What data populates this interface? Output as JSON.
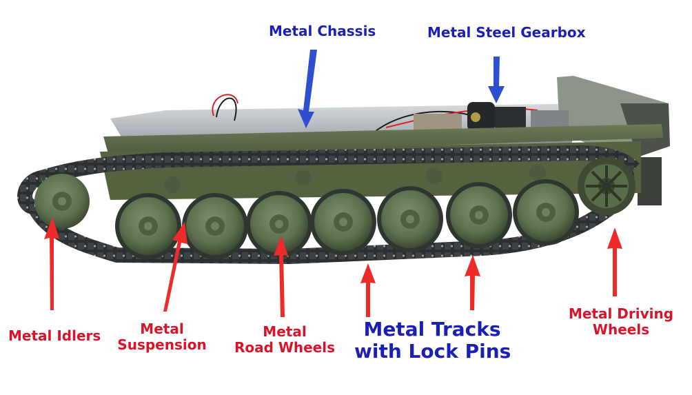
{
  "labels": {
    "chassis": "Metal Chassis",
    "gearbox": "Metal  Steel  Gearbox",
    "idlers": "Metal  Idlers",
    "suspension_line1": "Metal",
    "suspension_line2": "Suspension",
    "road_wheels_line1": "Metal",
    "road_wheels_line2": "Road Wheels",
    "tracks_line1": "Metal Tracks",
    "tracks_line2": "with Lock Pins",
    "driving_line1": "Metal Driving",
    "driving_line2": "Wheels"
  },
  "colors": {
    "blue_text": "#1a1fb5",
    "red_text": "#d8132a",
    "blue_arrow": "#2d4fd0",
    "red_arrow": "#ee2a2a",
    "hull_green": "#5b6b48",
    "wheel_green": "#5f7250",
    "track_dark": "#23272a",
    "chassis_metal": "#b9bfc3"
  }
}
